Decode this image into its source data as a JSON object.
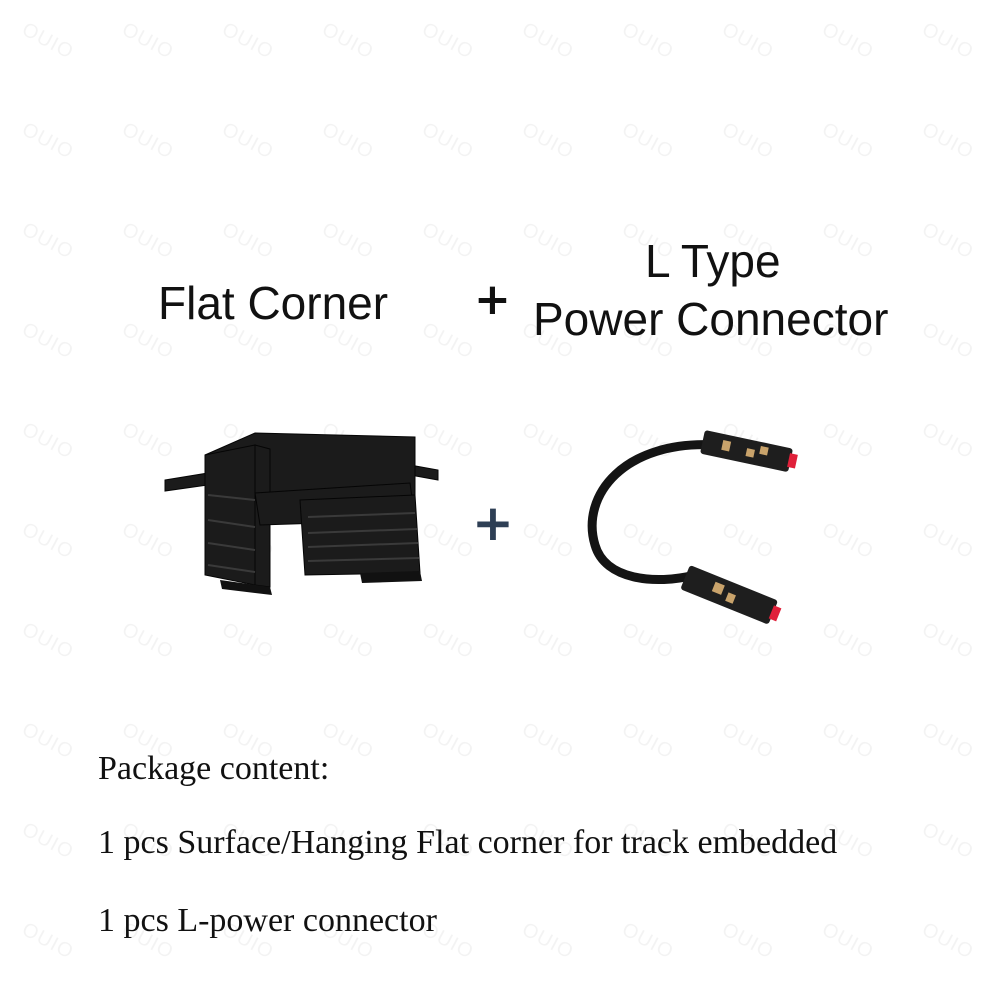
{
  "headings": {
    "left": "Flat Corner",
    "plus_top": "+",
    "right_line1": "L Type",
    "right_line2": "Power Connector"
  },
  "middle": {
    "plus": "+"
  },
  "package": {
    "title": "Package content:",
    "item1": "1 pcs Surface/Hanging Flat corner for track embedded",
    "item2": "1 pcs L-power connector"
  },
  "watermark": {
    "text": "OUIO"
  },
  "images": {
    "left": "flat-corner-track-product-photo",
    "right": "l-type-power-connector-cable-photo"
  },
  "colors": {
    "background": "#ffffff",
    "text": "#111111",
    "plus_middle": "#2e3f55",
    "product_black": "#1b1b1b",
    "connector_red": "#e0203a"
  }
}
